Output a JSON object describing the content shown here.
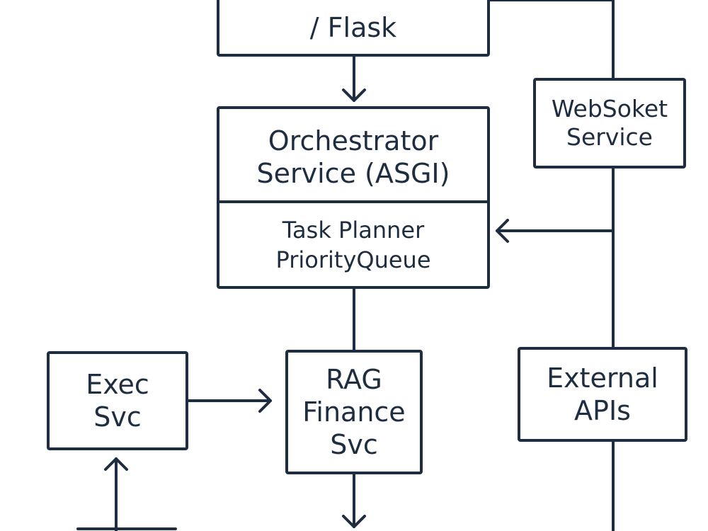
{
  "diagram": {
    "colors": {
      "ink": "#1f2d40",
      "background": "#ffffff"
    },
    "nodes": {
      "flask": {
        "lines": [
          "/ Flask"
        ]
      },
      "orchestrator": {
        "title_lines": [
          "Orchestrator",
          "Service (ASGI)"
        ],
        "detail_lines": [
          "Task Planner",
          "PriorityQueue"
        ]
      },
      "websocket": {
        "lines": [
          "WebSoket",
          "Service"
        ]
      },
      "exec": {
        "lines": [
          "Exec",
          "Svc"
        ]
      },
      "rag": {
        "lines": [
          "RAG",
          "Finance",
          "Svc"
        ]
      },
      "external": {
        "lines": [
          "External",
          "APIs"
        ]
      }
    }
  }
}
